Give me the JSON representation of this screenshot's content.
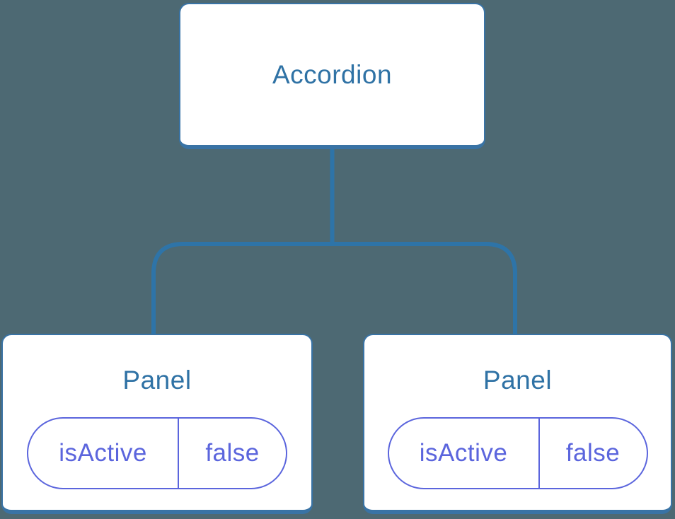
{
  "tree": {
    "root": {
      "label": "Accordion"
    },
    "children": [
      {
        "label": "Panel",
        "state": {
          "key": "isActive",
          "value": "false"
        }
      },
      {
        "label": "Panel",
        "state": {
          "key": "isActive",
          "value": "false"
        }
      }
    ]
  },
  "colors": {
    "background": "#4d6973",
    "node_fill": "#ffffff",
    "node_border": "#3973a5",
    "node_text": "#2f72a5",
    "connector": "#2e74a8",
    "state_accent": "#5b65dd"
  }
}
